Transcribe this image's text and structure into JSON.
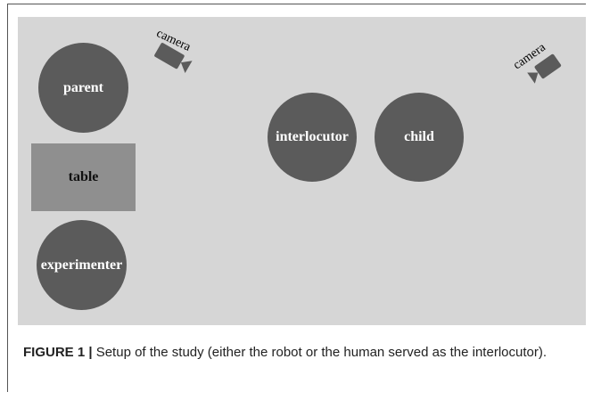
{
  "diagram": {
    "people": {
      "parent": "parent",
      "interlocutor": "interlocutor",
      "child": "child",
      "experimenter": "experimenter"
    },
    "table": "table",
    "cameras": [
      "camera",
      "camera"
    ]
  },
  "caption": {
    "label": "FIGURE 1 |",
    "text": " Setup of the study (either the robot or the human served as the interlocutor)."
  }
}
